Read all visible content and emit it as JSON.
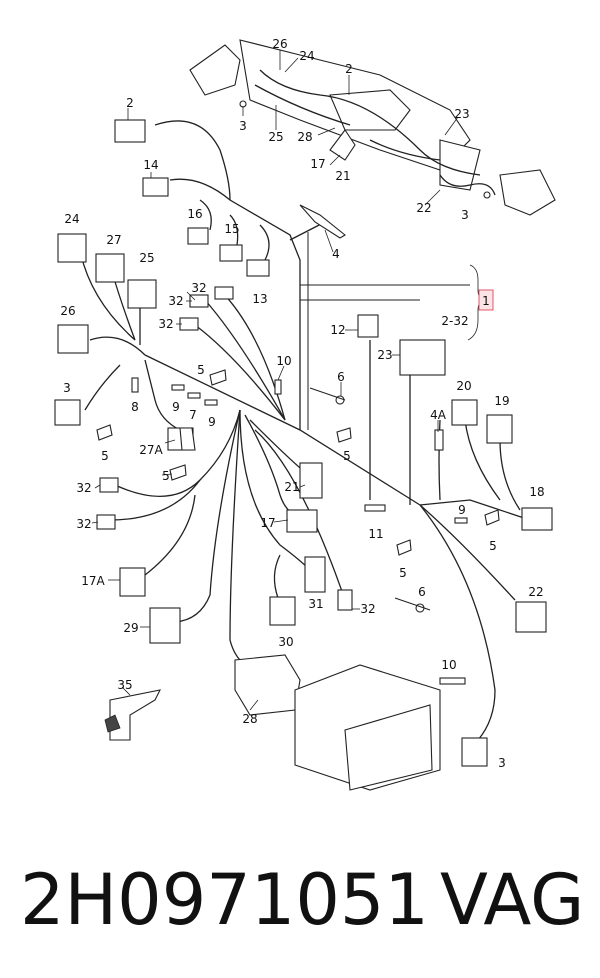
{
  "callouts": {
    "c26": "26",
    "c24": "24",
    "c2a": "2",
    "c2b": "2",
    "c3a": "3",
    "c25": "25",
    "c28a": "28",
    "c17a": "17",
    "c21a": "21",
    "c23a": "23",
    "c22a": "22",
    "c3b": "3",
    "c14": "14",
    "c16": "16",
    "c15": "15",
    "c4": "4",
    "c24b": "24",
    "c27": "27",
    "c25b": "25",
    "c13": "13",
    "c32a": "32",
    "c32b": "32",
    "c32c": "32",
    "c26b": "26",
    "c12": "12",
    "c1": "1",
    "c2_32": "2-32",
    "c23b": "23",
    "c10a": "10",
    "c5a": "5",
    "c6a": "6",
    "c3c": "3",
    "c8": "8",
    "c9a": "9",
    "c7": "7",
    "c9b": "9",
    "c20": "20",
    "c19": "19",
    "c4a": "4A",
    "c5b": "5",
    "c27a": "27A",
    "c5c": "5",
    "c5d": "5",
    "c21b": "21",
    "c18": "18",
    "c32d": "32",
    "c17b": "17",
    "c11": "11",
    "c9c": "9",
    "c5e": "5",
    "c32e": "32",
    "c5f": "5",
    "c17c": "17A",
    "c31": "31",
    "c6b": "6",
    "c22b": "22",
    "c32f": "32",
    "c29": "29",
    "c30": "30",
    "c10b": "10",
    "c35": "35",
    "c28b": "28",
    "c3d": "3"
  },
  "footer": {
    "part_number": "2H0971051",
    "brand": "VAG"
  },
  "colors": {
    "line": "#222222",
    "highlight_box": "#e05a6a"
  }
}
